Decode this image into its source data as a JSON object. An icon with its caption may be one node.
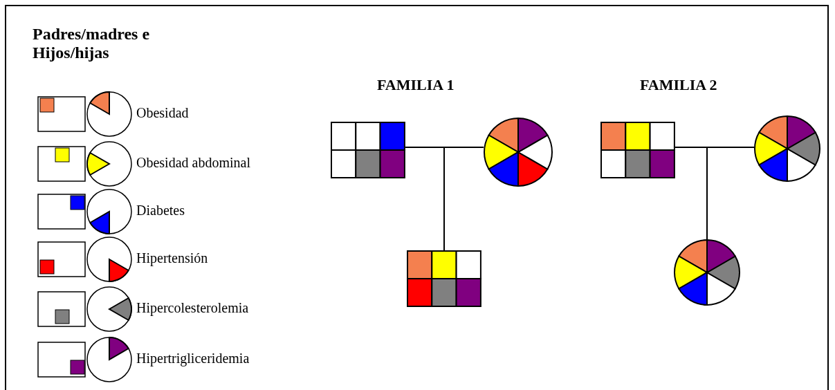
{
  "diagram": {
    "nodes": [
      {
        "text": [],
        "shape": "box"
      },
      {
        "text": [],
        "shape": "circle"
      },
      {
        "text": [],
        "shape": "box"
      },
      {
        "text": [],
        "shape": "box"
      },
      {
        "text": [],
        "shape": "circle"
      },
      {
        "text": [],
        "shape": "circle"
      }
    ],
    "edges": [
      {
        "from": 0,
        "to": 1,
        "arrow": "none"
      },
      {
        "from": 0,
        "to": 2,
        "arrow": "none"
      },
      {
        "from": 1,
        "to": 2,
        "arrow": "none"
      },
      {
        "from": 3,
        "to": 4,
        "arrow": "none"
      },
      {
        "from": 3,
        "to": 5,
        "arrow": "none"
      },
      {
        "from": 4,
        "to": 5,
        "arrow": "none"
      }
    ],
    "labels": [
      "Padres/madres e Hijos/hijas",
      "FAMILIA 1",
      "FAMILIA 2"
    ],
    "legend": [
      {
        "text": "Obesidad",
        "color": "#f4804f"
      },
      {
        "text": "Obesidad abdominal",
        "color": "#ffff00"
      },
      {
        "text": "Diabetes",
        "color": "#0000ff"
      },
      {
        "text": "Hipertensión",
        "color": "#ff0000"
      },
      {
        "text": "Hipercolesterolemia",
        "color": "#808080"
      },
      {
        "text": "Hipertrigliceridemia",
        "color": "#800080"
      }
    ]
  }
}
